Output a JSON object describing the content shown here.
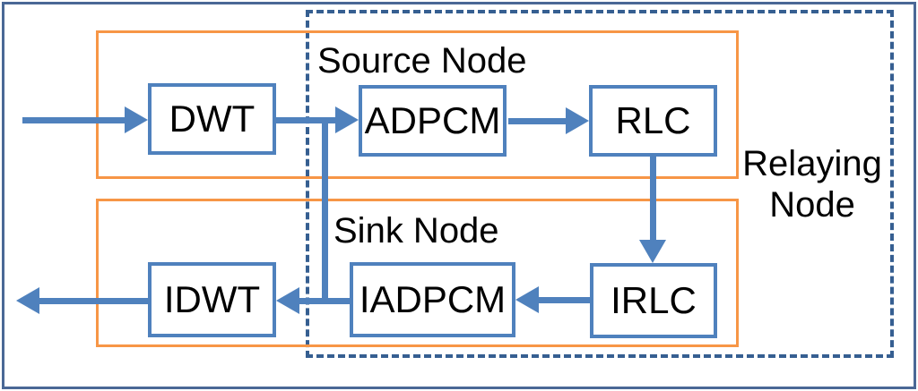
{
  "colors": {
    "accent_blue": "#4f81bd",
    "relay_dash_blue": "#365f91",
    "group_orange": "#f79646",
    "outer_border_blue": "#4a6896",
    "label_black": "#000000",
    "background": "#ffffff"
  },
  "groups": {
    "source": {
      "label": "Source Node"
    },
    "sink": {
      "label": "Sink Node"
    },
    "relaying": {
      "label": "Relaying Node"
    }
  },
  "blocks": {
    "dwt": {
      "label": "DWT"
    },
    "adpcm": {
      "label": "ADPCM"
    },
    "rlc": {
      "label": "RLC"
    },
    "idwt": {
      "label": "IDWT"
    },
    "iadpcm": {
      "label": "IADPCM"
    },
    "irlc": {
      "label": "IRLC"
    }
  },
  "flow": [
    {
      "from": "input",
      "to": "DWT"
    },
    {
      "from": "DWT",
      "to": "ADPCM"
    },
    {
      "from": "ADPCM",
      "to": "RLC"
    },
    {
      "from": "RLC",
      "to": "IRLC"
    },
    {
      "from": "IRLC",
      "to": "IADPCM"
    },
    {
      "from": "IADPCM",
      "to": "IDWT"
    },
    {
      "from": "DWT",
      "to": "IDWT-input-line"
    },
    {
      "from": "IDWT",
      "to": "output"
    }
  ]
}
